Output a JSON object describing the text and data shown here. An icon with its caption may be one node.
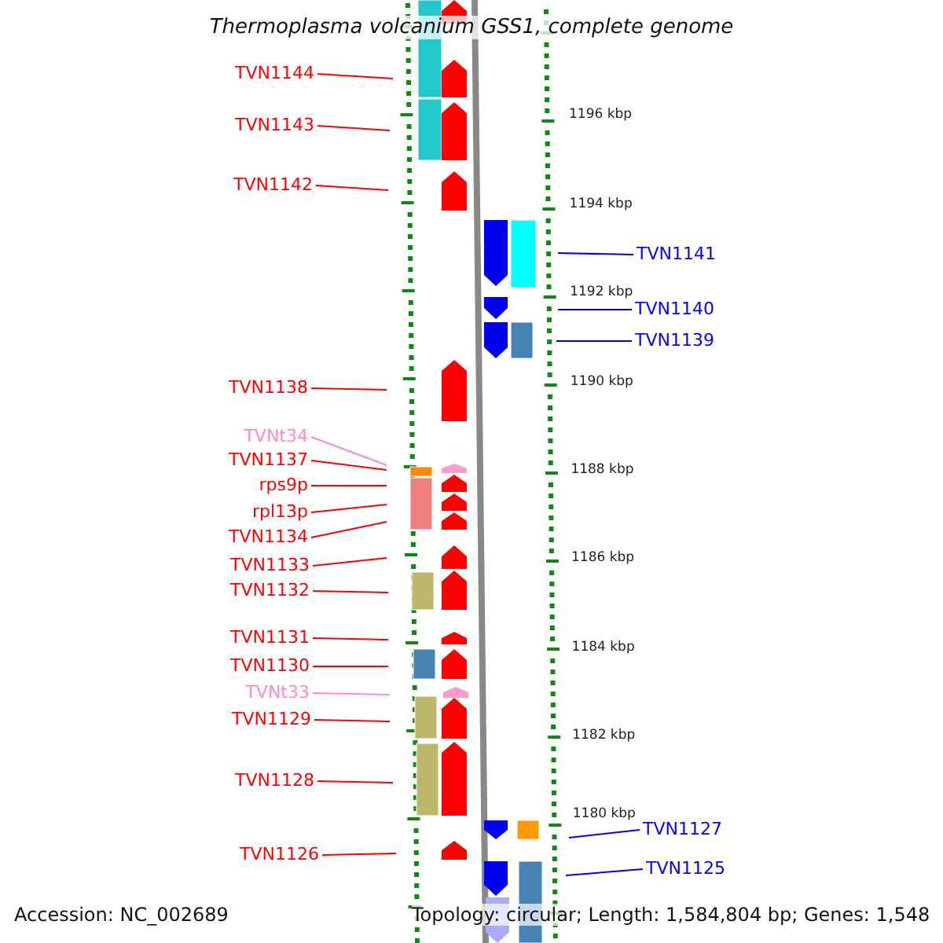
{
  "diagram": {
    "title": "Thermoplasma volcanium GSS1, complete genome",
    "nodes": [
      {
        "text": [
          "TVN1144"
        ]
      },
      {
        "text": [
          "TVN1143"
        ]
      },
      {
        "text": [
          "TVN1142"
        ]
      },
      {
        "text": [
          "TVN1141"
        ]
      },
      {
        "text": [
          "TVN1140"
        ]
      },
      {
        "text": [
          "TVN1139"
        ]
      },
      {
        "text": [
          "TVN1138"
        ]
      },
      {
        "text": [
          "TVNt34"
        ]
      },
      {
        "text": [
          "TVN1137"
        ]
      },
      {
        "text": [
          "rps9p"
        ]
      },
      {
        "text": [
          "rpl13p"
        ]
      },
      {
        "text": [
          "TVN1134"
        ]
      },
      {
        "text": [
          "TVN1133"
        ]
      },
      {
        "text": [
          "TVN1132"
        ]
      },
      {
        "text": [
          "TVN1131"
        ]
      },
      {
        "text": [
          "TVN1130"
        ]
      },
      {
        "text": [
          "TVNt33"
        ]
      },
      {
        "text": [
          "TVN1129"
        ]
      },
      {
        "text": [
          "TVN1128"
        ]
      },
      {
        "text": [
          "TVN1127"
        ]
      },
      {
        "text": [
          "TVN1126"
        ]
      },
      {
        "text": [
          "TVN1125"
        ]
      }
    ],
    "edges": [
      {
        "from": 0,
        "to": null,
        "arrow": "none"
      },
      {
        "from": 1,
        "to": null,
        "arrow": "none"
      },
      {
        "from": 2,
        "to": null,
        "arrow": "none"
      },
      {
        "from": 3,
        "to": null,
        "arrow": "none",
        "color": "#0000ff"
      },
      {
        "from": 4,
        "to": null,
        "arrow": "none",
        "color": "#0000ff"
      },
      {
        "from": 5,
        "to": null,
        "arrow": "none",
        "color": "#0000ff"
      },
      {
        "from": 6,
        "to": null,
        "arrow": "none"
      },
      {
        "from": 7,
        "to": null,
        "arrow": "none",
        "color": "#ff88cc"
      },
      {
        "from": 8,
        "to": null,
        "arrow": "none"
      },
      {
        "from": 9,
        "to": null,
        "arrow": "none"
      },
      {
        "from": 10,
        "to": null,
        "arrow": "none"
      },
      {
        "from": 11,
        "to": null,
        "arrow": "none"
      },
      {
        "from": 12,
        "to": null,
        "arrow": "none"
      },
      {
        "from": 13,
        "to": null,
        "arrow": "none"
      },
      {
        "from": 14,
        "to": null,
        "arrow": "none"
      },
      {
        "from": 15,
        "to": null,
        "arrow": "none"
      },
      {
        "from": 16,
        "to": null,
        "arrow": "none",
        "color": "#ff88cc"
      },
      {
        "from": 17,
        "to": null,
        "arrow": "none"
      },
      {
        "from": 18,
        "to": null,
        "arrow": "none"
      },
      {
        "from": 19,
        "to": null,
        "arrow": "none",
        "color": "#0000ff"
      },
      {
        "from": 20,
        "to": null,
        "arrow": "none"
      },
      {
        "from": 21,
        "to": null,
        "arrow": "none",
        "color": "#0000ff"
      }
    ],
    "labels": [
      "1196 kbp",
      "1194 kbp",
      "1192 kbp",
      "1190 kbp",
      "1188 kbp",
      "1186 kbp",
      "1184 kbp",
      "1182 kbp",
      "1180 kbp",
      "Accession: NC_002689",
      "Topology: circular; Length: 1,584,804 bp; Genes: 1,548"
    ]
  }
}
